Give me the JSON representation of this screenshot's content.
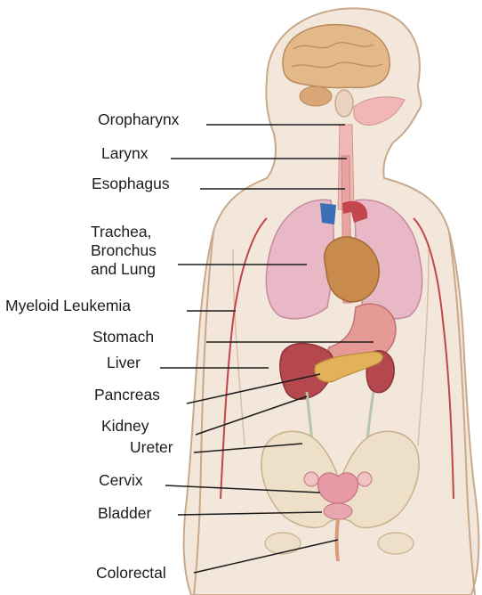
{
  "labels": {
    "oropharynx": "Oropharynx",
    "larynx": "Larynx",
    "esophagus": "Esophagus",
    "trachea_line1": "Trachea,",
    "trachea_line2": "Bronchus",
    "trachea_line3": "and Lung",
    "myeloid": "Myeloid Leukemia",
    "stomach": "Stomach",
    "liver": "Liver",
    "pancreas": "Pancreas",
    "kidney": "Kidney",
    "ureter": "Ureter",
    "cervix": "Cervix",
    "bladder": "Bladder",
    "colorectal": "Colorectal"
  },
  "colors": {
    "skin_outline": "#c9a98a",
    "skin_fill": "#f3e6da",
    "brain": "#e3b98a",
    "lung": "#e8b8c6",
    "heart": "#c98a4e",
    "stomach": "#e69a95",
    "liver": "#b5474f",
    "pancreas": "#e2b15a",
    "kidney": "#b5474f",
    "bladder": "#e79aa6",
    "bone": "#eee0c8",
    "vessel": "#c2464b",
    "leader_line": "#1c1c1c"
  }
}
